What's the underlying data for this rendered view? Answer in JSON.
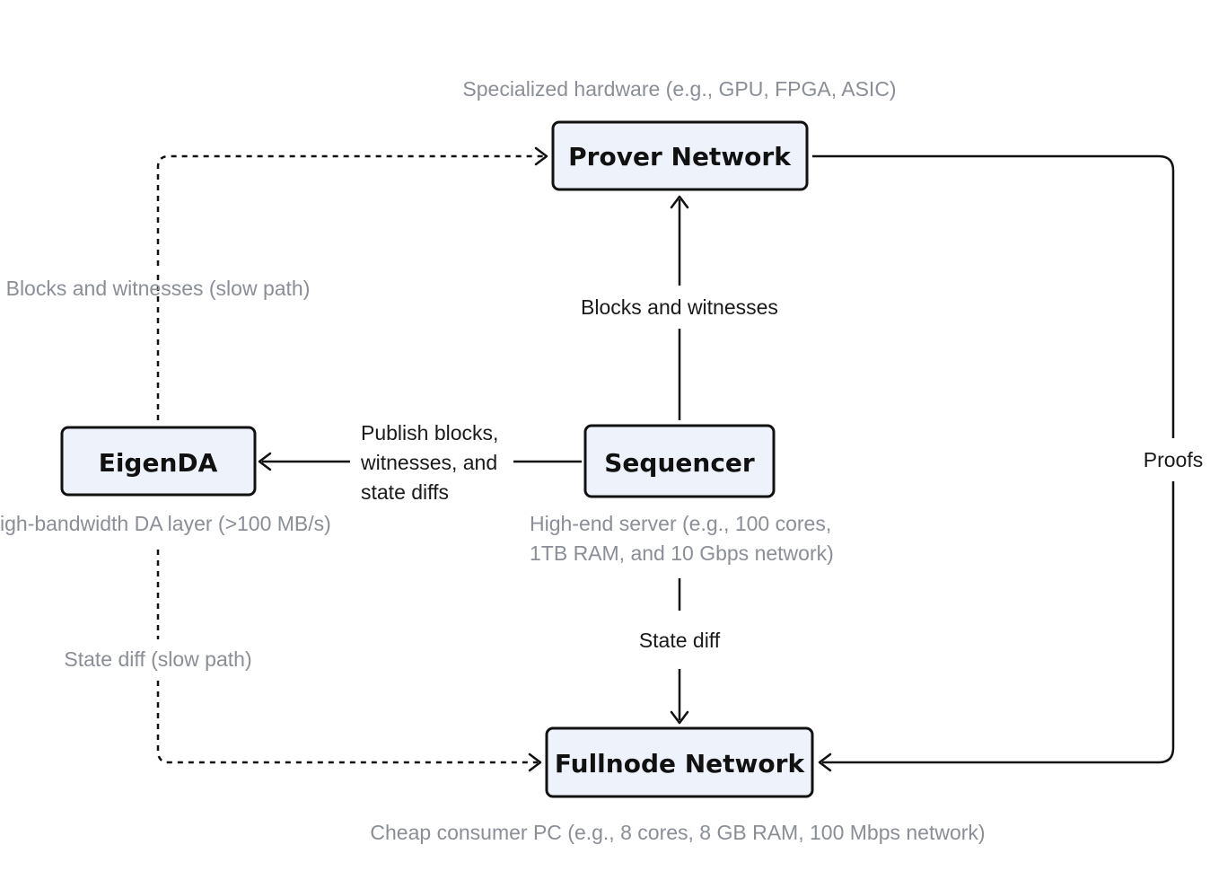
{
  "nodes": {
    "prover": {
      "label": "Prover Network",
      "caption": "Specialized hardware (e.g., GPU, FPGA, ASIC)"
    },
    "eigenda": {
      "label": "EigenDA",
      "caption": "igh-bandwidth DA layer (>100 MB/s)"
    },
    "sequencer": {
      "label": "Sequencer",
      "caption_lines": [
        "High-end server (e.g., 100 cores,",
        "1TB RAM, and 10 Gbps network)"
      ]
    },
    "fullnode": {
      "label": "Fullnode Network",
      "caption": "Cheap consumer PC (e.g., 8 cores, 8 GB RAM, 100 Mbps network)"
    }
  },
  "edges": {
    "slow_blocks": {
      "label": "Blocks and witnesses (slow path)",
      "style": "dashed"
    },
    "blocks": {
      "label": "Blocks and witnesses",
      "style": "solid"
    },
    "publish": {
      "label_lines": [
        "Publish blocks,",
        "witnesses, and",
        "state diffs"
      ],
      "style": "solid"
    },
    "state_diff": {
      "label": "State diff",
      "style": "solid"
    },
    "slow_state": {
      "label": "State diff (slow path)",
      "style": "dashed"
    },
    "proofs": {
      "label": "Proofs",
      "style": "solid"
    }
  },
  "colors": {
    "node_fill": "#eef2fb",
    "stroke": "#111111",
    "caption_text": "#8a8e96",
    "label_text": "#1a1a1a"
  }
}
